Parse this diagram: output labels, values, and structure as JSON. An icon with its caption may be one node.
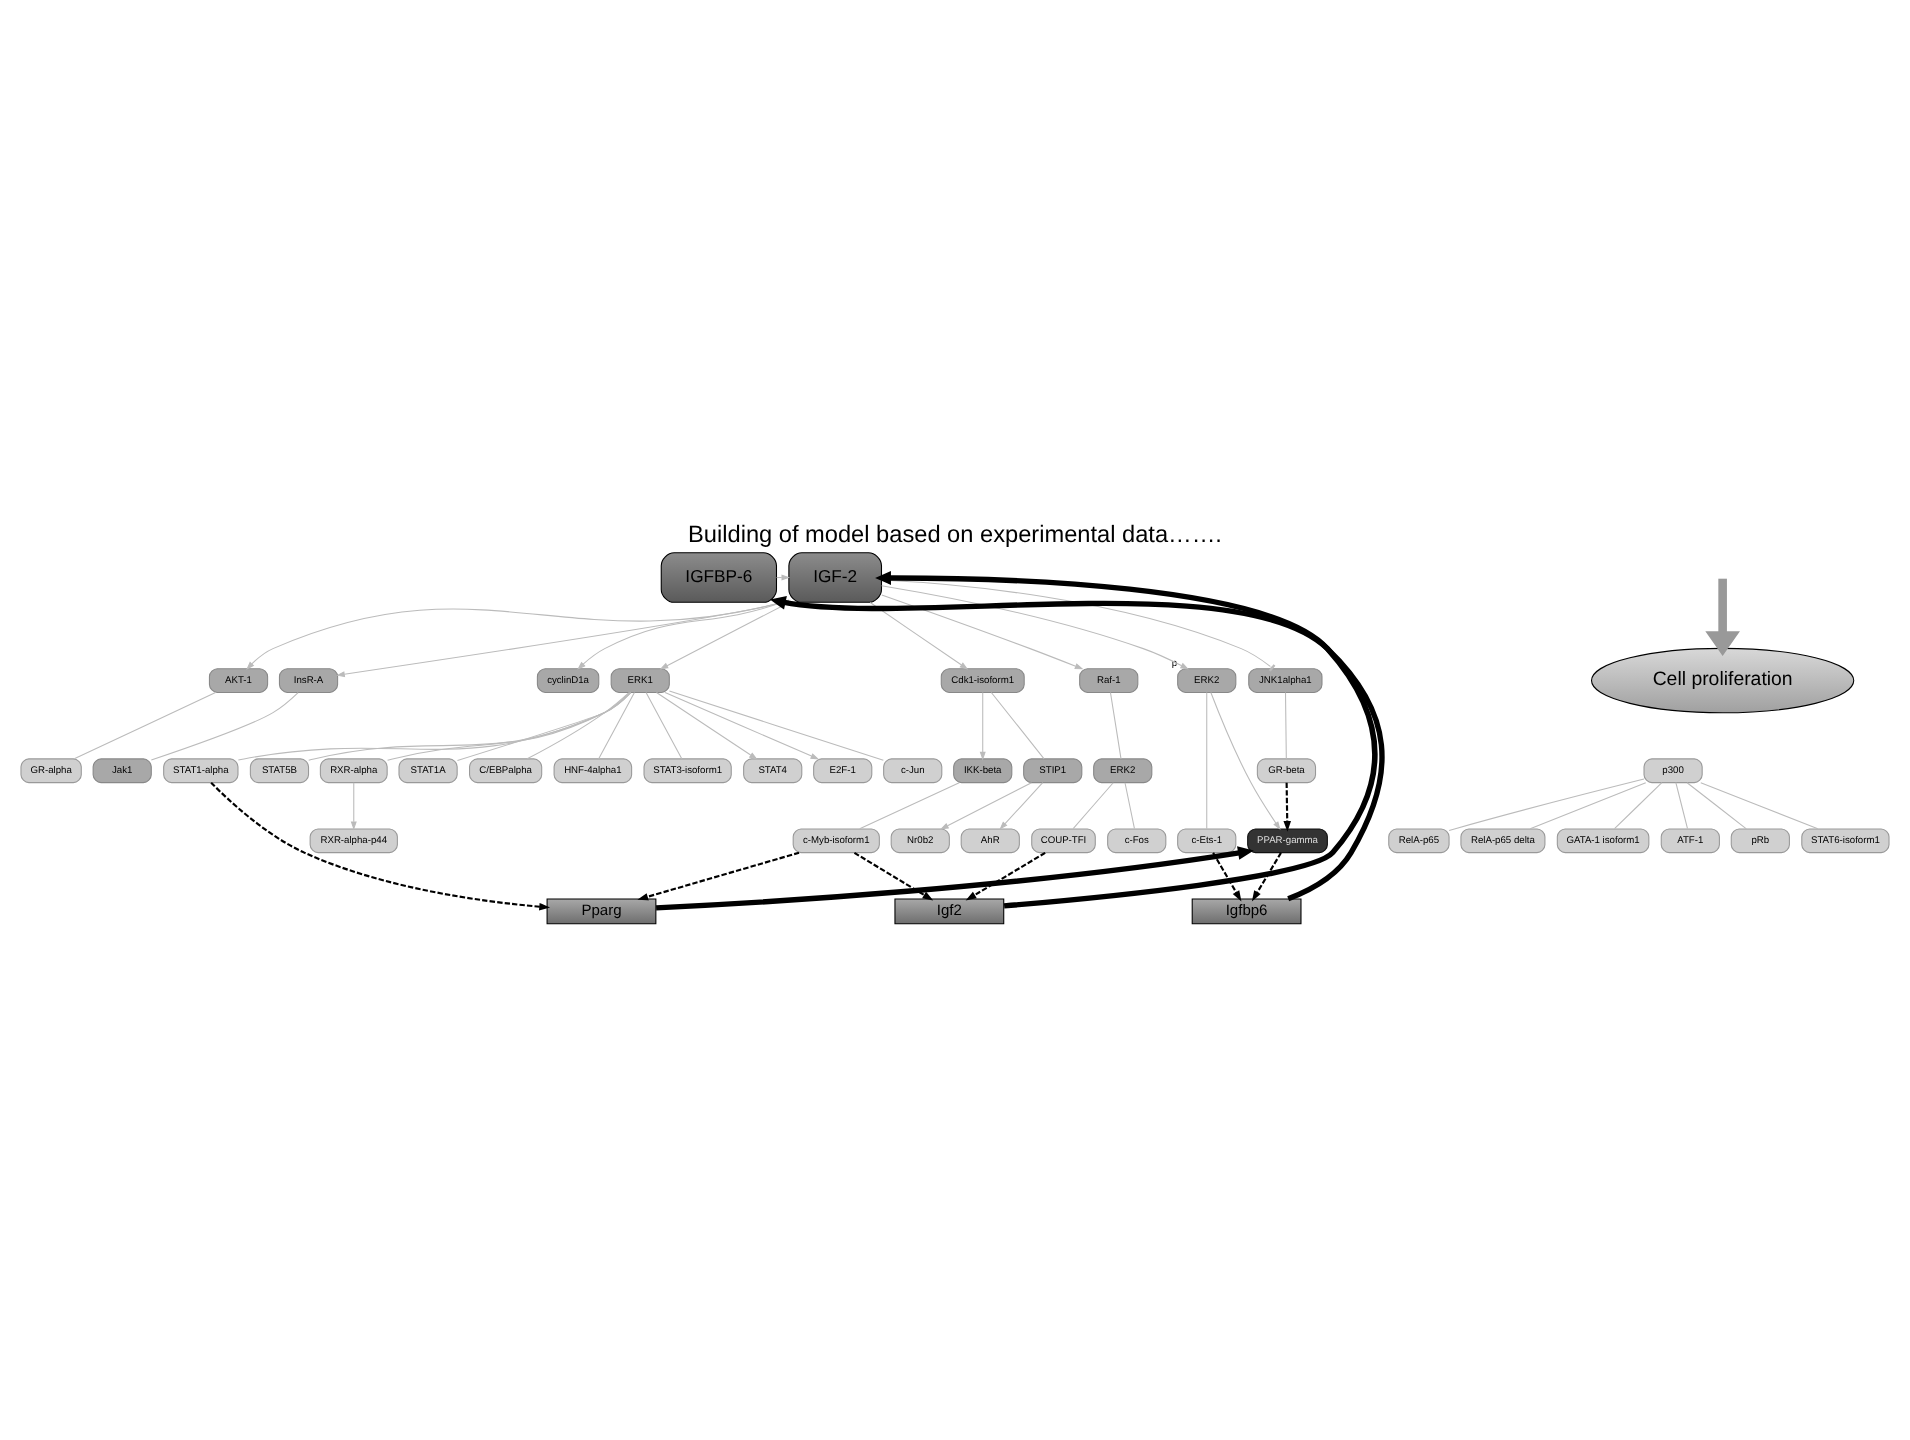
{
  "diagram": {
    "title": "Building of model based on experimental data…….",
    "nodes": [
      {
        "text": [
          "IGF-2"
        ]
      },
      {
        "text": [
          "IGFBP-6"
        ]
      },
      {
        "text": [
          "Cdk1-isoform1"
        ]
      },
      {
        "text": [
          "ERK2"
        ],
        "beside": [
          "p"
        ]
      },
      {
        "text": [
          "AKT-1"
        ]
      },
      {
        "text": [
          "JNK1alpha1"
        ]
      },
      {
        "text": [
          "cyclinD1a"
        ]
      },
      {
        "text": [
          "InsR-A"
        ]
      },
      {
        "text": [
          "ERK1"
        ]
      },
      {
        "text": [
          "Raf-1"
        ]
      },
      {
        "text": [
          "PPAR-gamma"
        ]
      },
      {
        "text": [
          "c-Ets-1"
        ]
      },
      {
        "text": [
          "STIP1"
        ]
      },
      {
        "text": [
          "IKK-beta"
        ]
      },
      {
        "text": [
          "p300"
        ]
      },
      {
        "text": [
          "GR-alpha"
        ]
      },
      {
        "text": [
          "GR-beta"
        ]
      },
      {
        "text": [
          "Jak1"
        ]
      },
      {
        "text": [
          "HNF-4alpha1"
        ]
      },
      {
        "text": [
          "RXR-alpha"
        ]
      },
      {
        "text": [
          "STAT3-isoform1"
        ]
      },
      {
        "text": [
          "STAT4"
        ]
      },
      {
        "text": [
          "E2F-1"
        ]
      },
      {
        "text": [
          "c-Jun"
        ]
      },
      {
        "text": [
          "STAT5B"
        ]
      },
      {
        "text": [
          "STAT1-alpha"
        ]
      },
      {
        "text": [
          "ERK2"
        ]
      },
      {
        "text": [
          "STAT1A"
        ]
      },
      {
        "text": [
          "C/EBPalpha"
        ]
      },
      {
        "text": [
          "AhR"
        ]
      },
      {
        "text": [
          "Nr0b2"
        ]
      },
      {
        "text": [
          "c-Myb-isoform1"
        ]
      },
      {
        "text": [
          "RelA-p65"
        ]
      },
      {
        "text": [
          "RelA-p65 delta"
        ]
      },
      {
        "text": [
          "GATA-1 isoform1"
        ]
      },
      {
        "text": [
          "ATF-1"
        ]
      },
      {
        "text": [
          "pRb"
        ]
      },
      {
        "text": [
          "STAT6-isoform1"
        ]
      },
      {
        "text": [
          "RXR-alpha-p44"
        ]
      },
      {
        "text": [
          "c-Fos"
        ]
      },
      {
        "text": [
          "COUP-TFI"
        ]
      },
      {
        "text": [
          "Pparg"
        ]
      },
      {
        "text": [
          "Igfbp6"
        ]
      },
      {
        "text": [
          "Igf2"
        ]
      },
      {
        "text": [
          "Cell proliferation"
        ]
      }
    ],
    "edges": [
      {
        "from": 1,
        "to": 0,
        "arrow": "to"
      },
      {
        "from": 0,
        "to": 2,
        "arrow": "to"
      },
      {
        "from": 0,
        "to": 3,
        "arrow": "to"
      },
      {
        "from": 0,
        "to": 4,
        "arrow": "to"
      },
      {
        "from": 0,
        "to": 5,
        "arrow": "other"
      },
      {
        "from": 0,
        "to": 6,
        "arrow": "to"
      },
      {
        "from": 0,
        "to": 7,
        "arrow": "to"
      },
      {
        "from": 0,
        "to": 8,
        "arrow": "to"
      },
      {
        "from": 0,
        "to": 9,
        "arrow": "to"
      },
      {
        "from": 3,
        "to": 10,
        "arrow": "to"
      },
      {
        "from": 3,
        "to": 11,
        "arrow": "none"
      },
      {
        "from": 2,
        "to": 12,
        "arrow": "none"
      },
      {
        "from": 2,
        "to": 13,
        "arrow": "to"
      },
      {
        "from": 4,
        "to": 15,
        "arrow": "none"
      },
      {
        "from": 5,
        "to": 16,
        "arrow": "none"
      },
      {
        "from": 7,
        "to": 17,
        "arrow": "none"
      },
      {
        "from": 8,
        "to": 18,
        "arrow": "none"
      },
      {
        "from": 8,
        "to": 19,
        "arrow": "none"
      },
      {
        "from": 8,
        "to": 20,
        "arrow": "none"
      },
      {
        "from": 8,
        "to": 21,
        "arrow": "to"
      },
      {
        "from": 8,
        "to": 22,
        "arrow": "to"
      },
      {
        "from": 8,
        "to": 23,
        "arrow": "none"
      },
      {
        "from": 8,
        "to": 24,
        "arrow": "none"
      },
      {
        "from": 8,
        "to": 25,
        "arrow": "none"
      },
      {
        "from": 9,
        "to": 26,
        "arrow": "none"
      },
      {
        "from": 8,
        "to": 27,
        "arrow": "none"
      },
      {
        "from": 8,
        "to": 28,
        "arrow": "none"
      },
      {
        "from": 12,
        "to": 29,
        "arrow": "to"
      },
      {
        "from": 12,
        "to": 30,
        "arrow": "to"
      },
      {
        "from": 13,
        "to": 31,
        "arrow": "none"
      },
      {
        "from": 14,
        "to": 32,
        "arrow": "none"
      },
      {
        "from": 14,
        "to": 33,
        "arrow": "none"
      },
      {
        "from": 14,
        "to": 34,
        "arrow": "none"
      },
      {
        "from": 14,
        "to": 35,
        "arrow": "none"
      },
      {
        "from": 14,
        "to": 36,
        "arrow": "none"
      },
      {
        "from": 14,
        "to": 37,
        "arrow": "none"
      },
      {
        "from": 19,
        "to": 38,
        "arrow": "to"
      },
      {
        "from": 26,
        "to": 39,
        "arrow": "none"
      },
      {
        "from": 26,
        "to": 40,
        "arrow": "none"
      },
      {
        "from": 41,
        "to": 10,
        "arrow": "to",
        "style": "thick",
        "color": "#000000"
      },
      {
        "from": 43,
        "to": 0,
        "arrow": "to",
        "style": "thick",
        "color": "#000000"
      },
      {
        "from": 42,
        "to": 1,
        "arrow": "to",
        "style": "thick",
        "color": "#000000"
      },
      {
        "from": 16,
        "to": 10,
        "arrow": "to",
        "style": "dashed",
        "color": "#000000"
      },
      {
        "from": 10,
        "to": 42,
        "arrow": "to",
        "style": "dashed",
        "color": "#000000"
      },
      {
        "from": 11,
        "to": 42,
        "arrow": "to",
        "style": "dashed",
        "color": "#000000"
      },
      {
        "from": 31,
        "to": 41,
        "arrow": "to",
        "style": "dashed",
        "color": "#000000"
      },
      {
        "from": 31,
        "to": 43,
        "arrow": "to",
        "style": "dashed",
        "color": "#000000"
      },
      {
        "from": 25,
        "to": 41,
        "arrow": "to",
        "style": "dashed",
        "color": "#000000"
      },
      {
        "from": 40,
        "to": 43,
        "arrow": "to",
        "style": "dashed",
        "color": "#000000"
      },
      {
        "from": null,
        "to": 44,
        "arrow": "to",
        "style": "thick",
        "color": "#999999"
      }
    ]
  }
}
